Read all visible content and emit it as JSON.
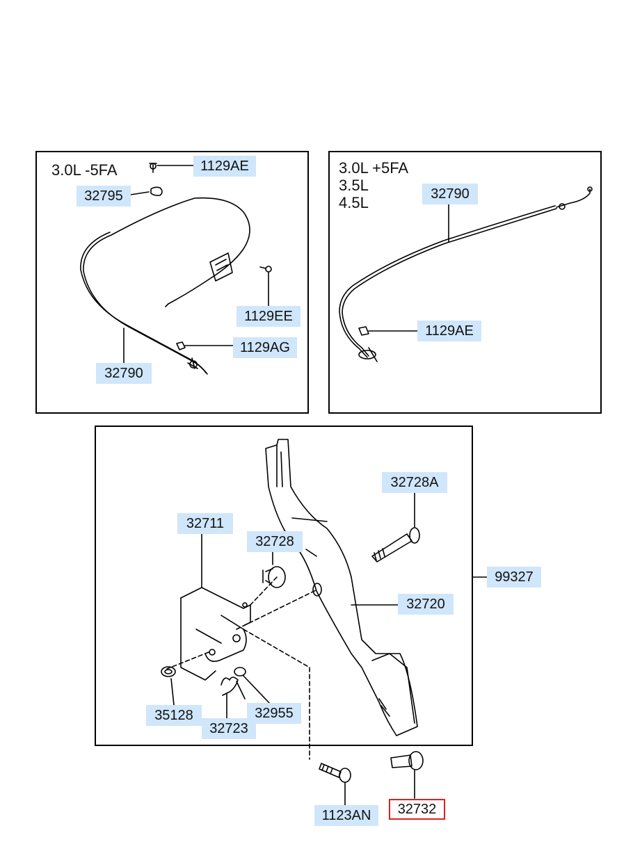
{
  "accent": {
    "label_bg": "#cfe6fb",
    "highlight_border": "#e02020"
  },
  "panels": {
    "top_left": {
      "spec": "3.0L -5FA"
    },
    "top_right": {
      "spec_lines": [
        "3.0L +5FA",
        "3.5L",
        "4.5L"
      ]
    }
  },
  "labels": {
    "tl_1129AE": "1129AE",
    "tl_32795": "32795",
    "tl_1129EE": "1129EE",
    "tl_1129AG": "1129AG",
    "tl_32790": "32790",
    "tr_32790": "32790",
    "tr_1129AE": "1129AE",
    "p_32728A": "32728A",
    "p_32711": "32711",
    "p_32728": "32728",
    "p_99327": "99327",
    "p_32720": "32720",
    "p_35128": "35128",
    "p_32955": "32955",
    "p_32723": "32723",
    "p_1123AN": "1123AN",
    "p_32732": "32732"
  },
  "highlighted_part": "32732"
}
